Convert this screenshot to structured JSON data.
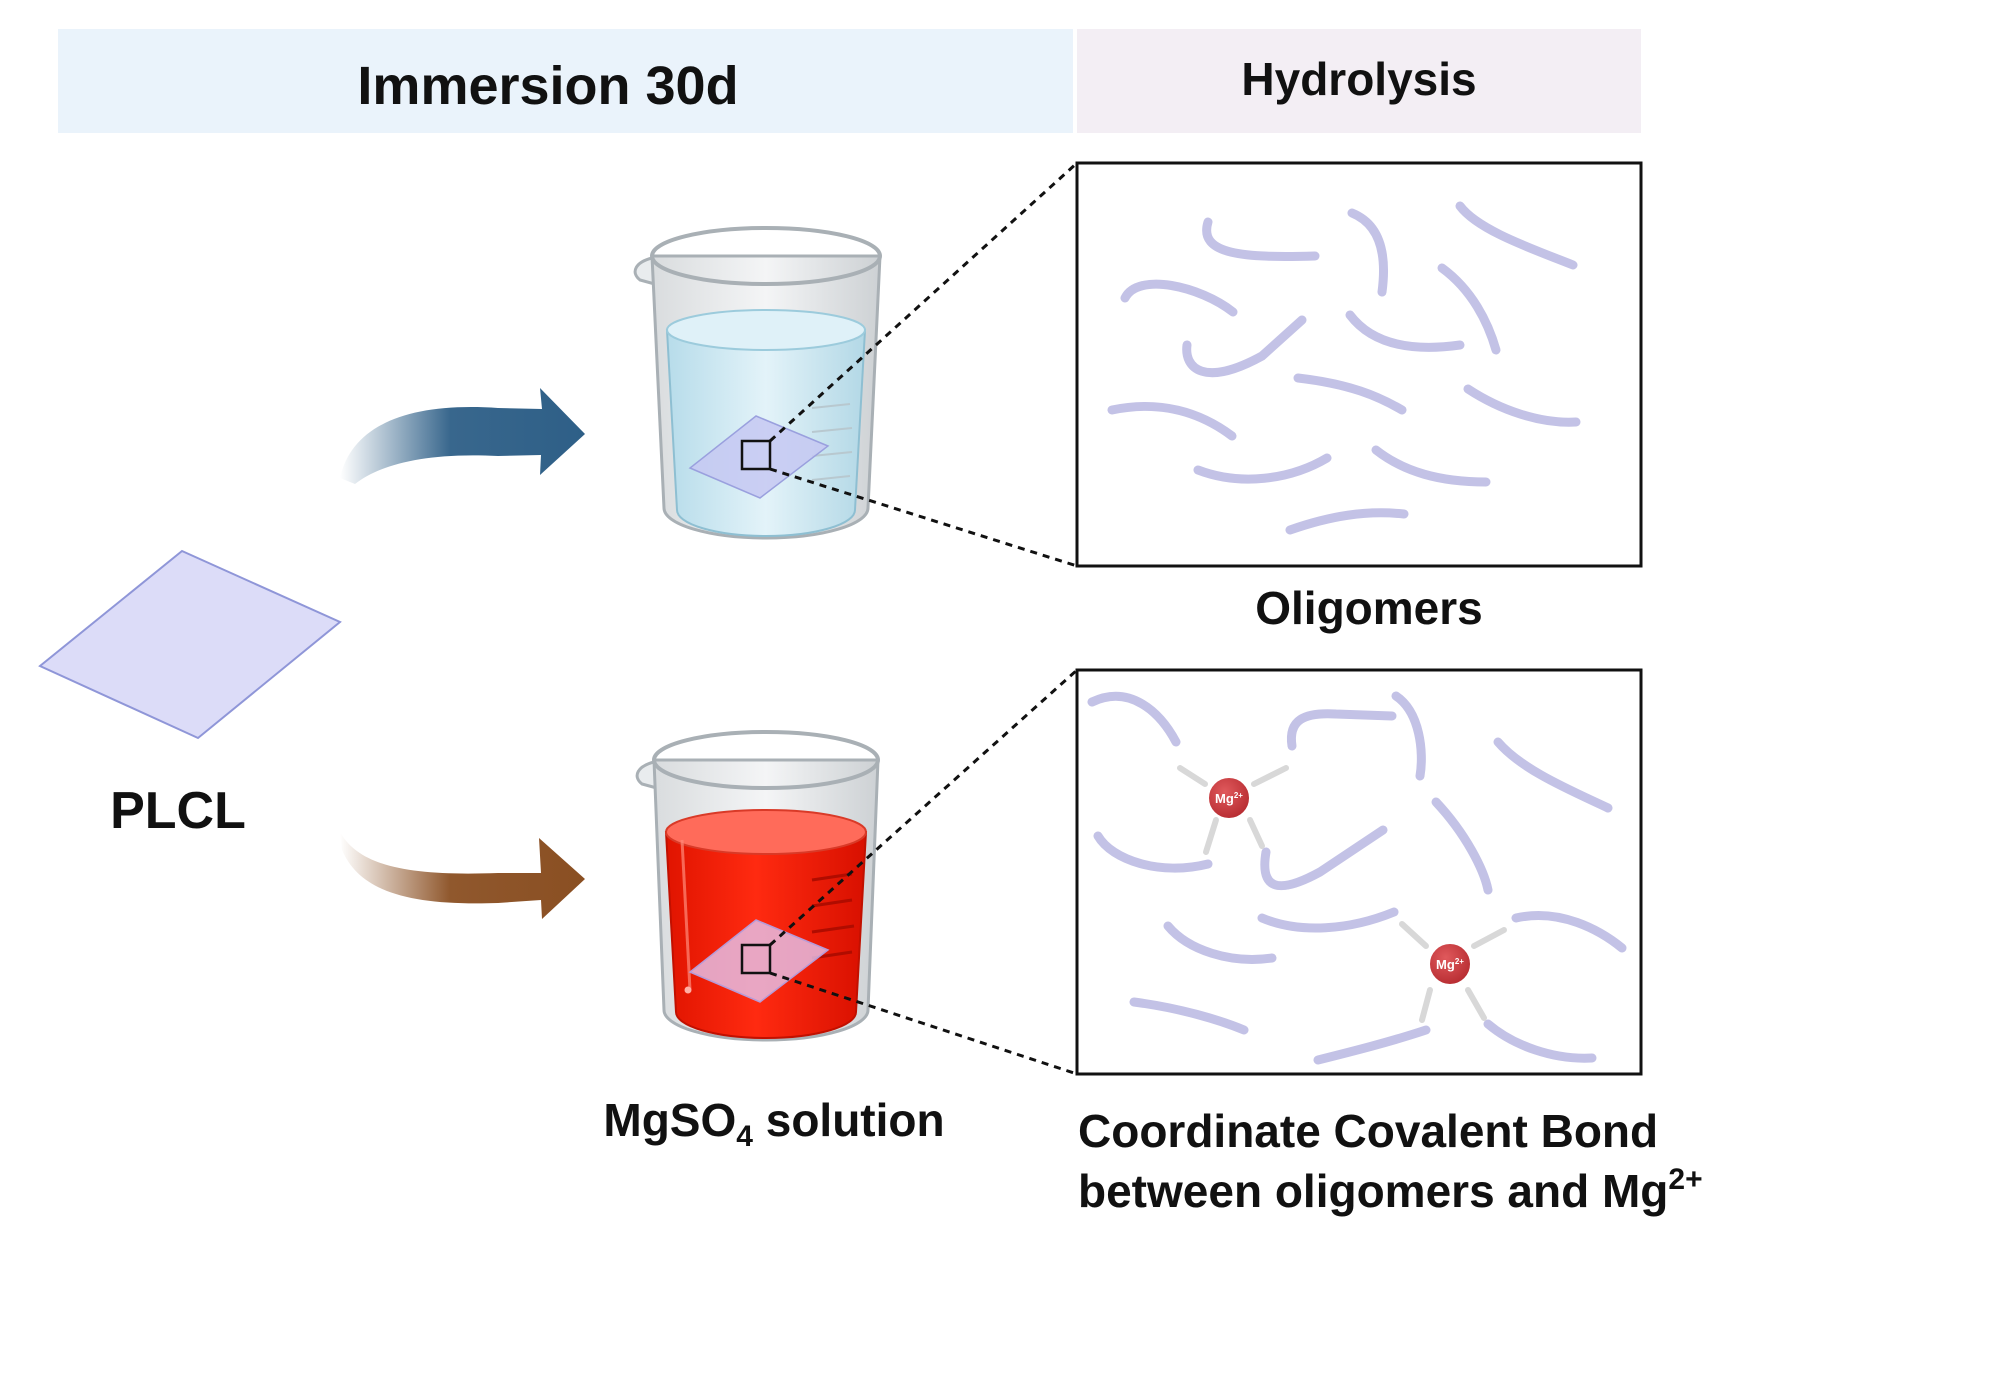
{
  "header": {
    "immersion_label": "Immersion 30d",
    "hydrolysis_label": "Hydrolysis"
  },
  "sample": {
    "label": "PLCL"
  },
  "beakers": {
    "solution_label_main": "MgSO",
    "solution_label_sub": "4",
    "solution_label_tail": " solution"
  },
  "panels": {
    "top_caption": "Oligomers",
    "bottom_caption_line1": "Coordinate Covalent Bond",
    "bottom_caption_line2_main": "between oligomers and Mg",
    "bottom_caption_line2_sup": "2+",
    "ion_label_main": "Mg",
    "ion_label_sup": "2+"
  },
  "colors": {
    "header_left_bg": "#eaf3fb",
    "header_right_bg": "#f3eef4",
    "arrow_top": "#2e5f87",
    "arrow_bottom": "#8a4f22",
    "water": "#cfeaf4",
    "red_solution": "#ff1a00",
    "film": "#dcdcf8",
    "chain": "#c3c2e6",
    "ion": "#c9393d"
  }
}
